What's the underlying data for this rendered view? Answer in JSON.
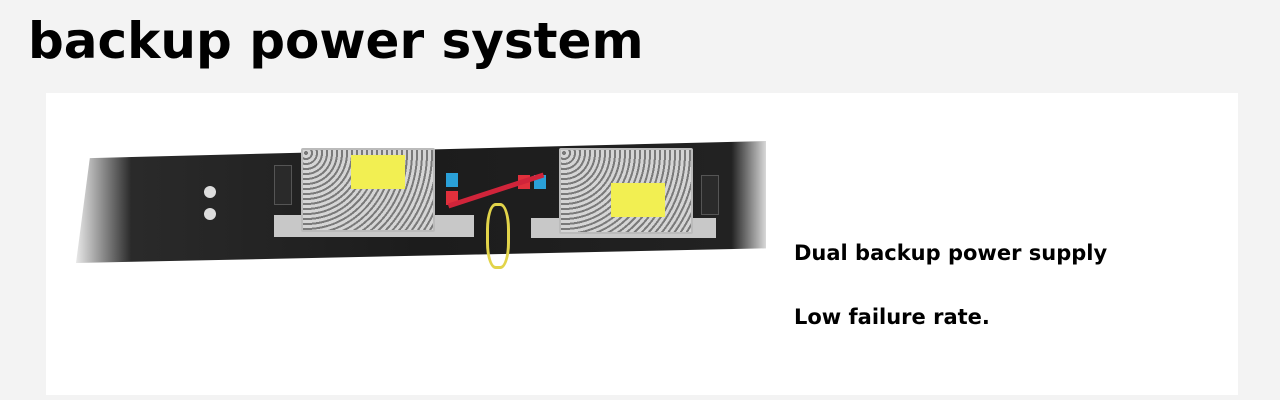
{
  "title": "backup power system",
  "features": [
    "Dual backup power supply",
    "Low failure rate."
  ]
}
